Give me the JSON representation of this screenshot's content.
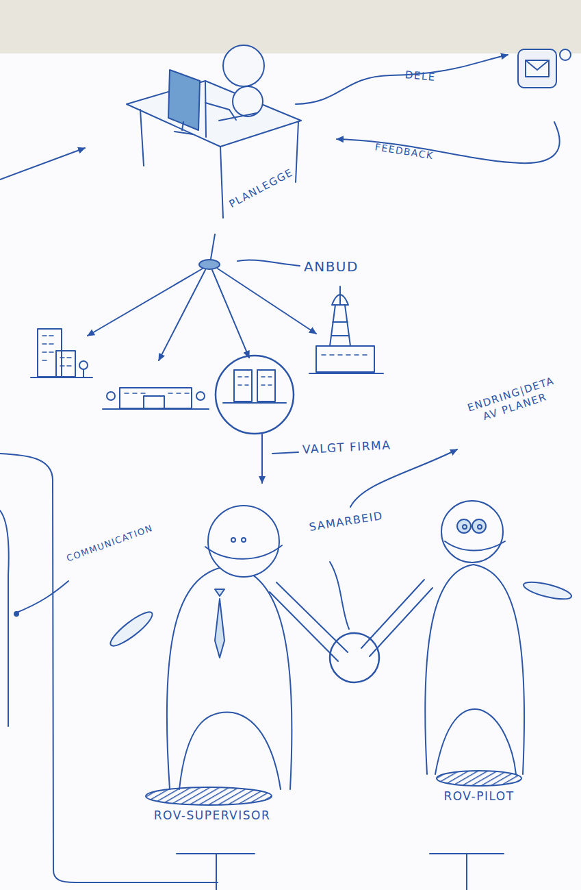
{
  "diagram": {
    "nodes": [
      {
        "text": [
          "ROV-SUPERVISOR"
        ]
      },
      {
        "text": [
          "ROV-PILOT"
        ]
      }
    ],
    "labels": [
      "DELE",
      "FEEDBACK",
      "PLANLEGGE",
      "ANBUD",
      "VALGT FIRMA",
      "ENDRING|DETA AV PLANER",
      "SAMARBEID",
      "COMMUNICATION"
    ]
  }
}
